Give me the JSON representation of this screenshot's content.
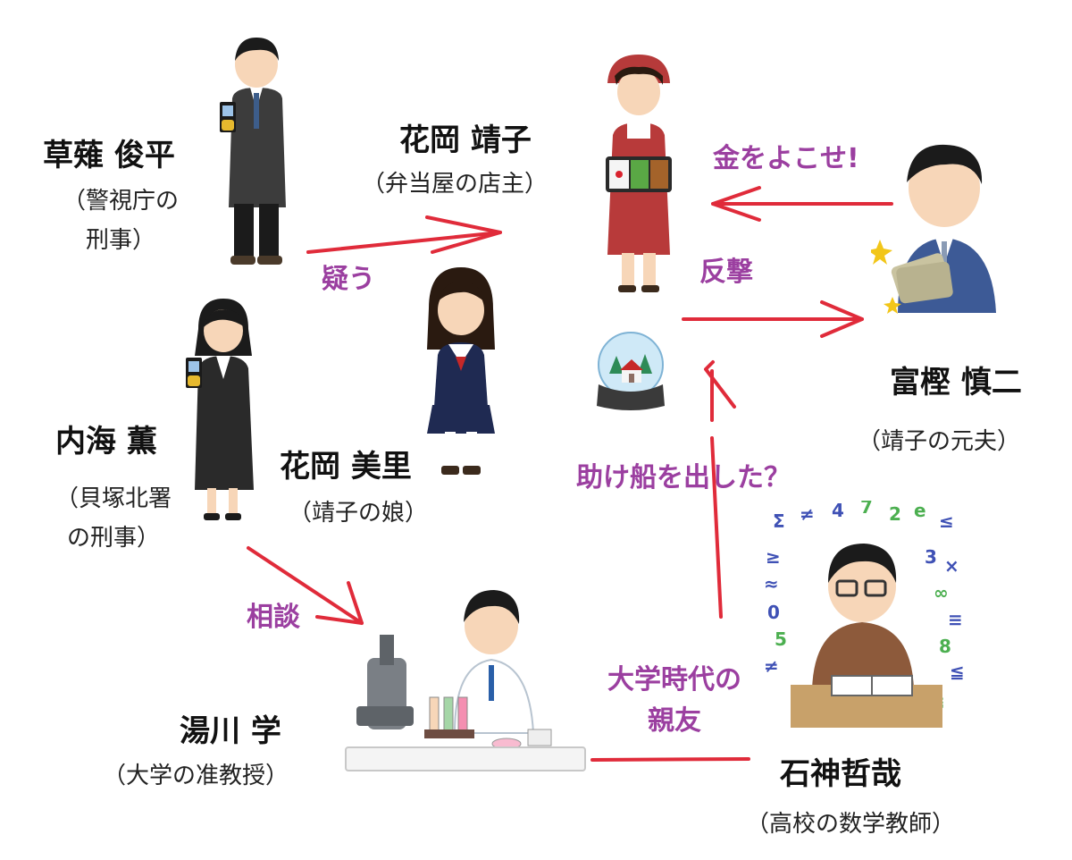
{
  "characters": {
    "kusanagi": {
      "name": "草薙 俊平",
      "role_line1": "（警視庁の",
      "role_line2": "刑事）"
    },
    "yasuko": {
      "name": "花岡 靖子",
      "role": "（弁当屋の店主）"
    },
    "togashi": {
      "name": "富樫 慎二",
      "role": "（靖子の元夫）"
    },
    "utsumi": {
      "name": "内海 薫",
      "role_line1": "（貝塚北署",
      "role_line2": "の刑事）"
    },
    "misato": {
      "name": "花岡 美里",
      "role": "（靖子の娘）"
    },
    "yukawa": {
      "name": "湯川 学",
      "role": "（大学の准教授）"
    },
    "ishigami": {
      "name": "石神哲哉",
      "role": "（高校の数学教師）"
    }
  },
  "relations": {
    "kane": "金をよこせ!",
    "hangeki": "反撃",
    "utagau": "疑う",
    "tasukebune": "助け船を出した？",
    "soudan": "相談",
    "shinyuu_line1": "大学時代の",
    "shinyuu_line2": "親友"
  },
  "colors": {
    "arrow": "#e02b3a",
    "relation_text": "#9b3fa0"
  },
  "illustrations": {
    "kusanagi": "detective-man-with-badge",
    "yasuko": "bento-shop-woman",
    "togashi": "man-holding-money",
    "utsumi": "detective-woman-with-badge",
    "misato": "schoolgirl-sailor-uniform",
    "yukawa": "scientist-with-microscope",
    "ishigami": "mathematician-studying",
    "snowglobe": "snow-globe"
  }
}
